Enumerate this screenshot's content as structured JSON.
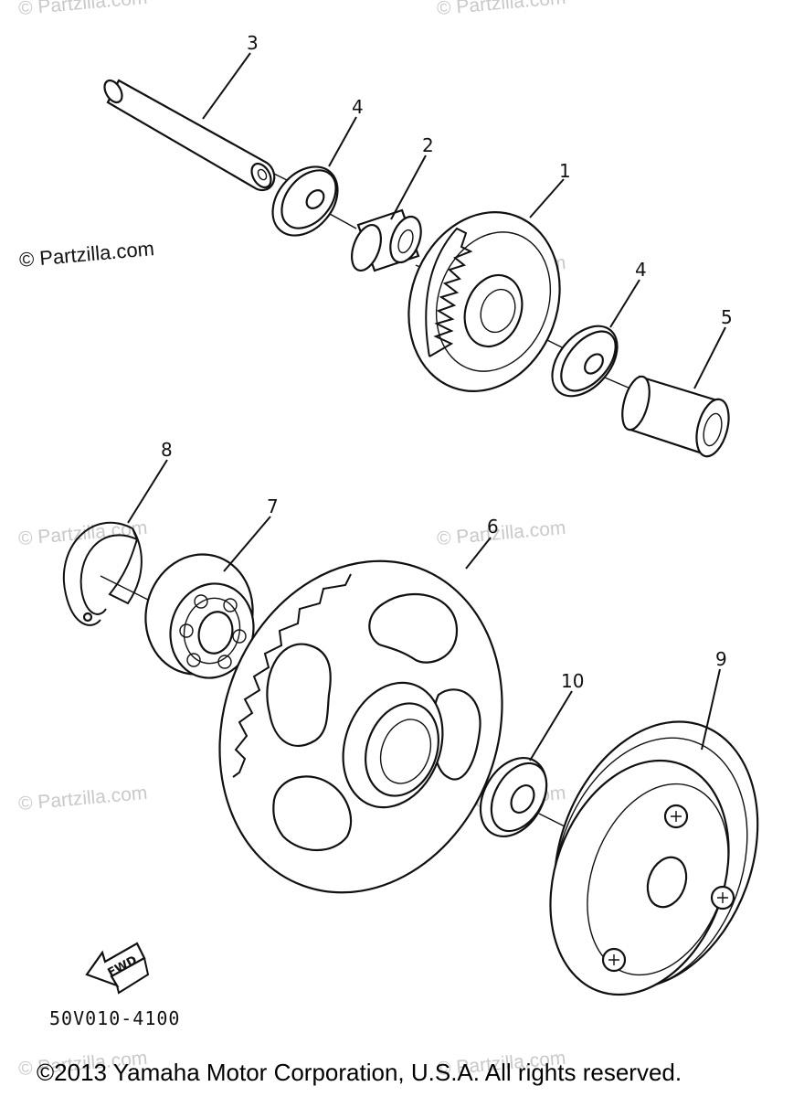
{
  "watermark": "© Partzilla.com",
  "corner_watermark": "© Partzilla.com",
  "diagram_code": "50V010-4100",
  "fwd_label": "FWD",
  "copyright": "©2013 Yamaha Motor Corporation, U.S.A. All rights reserved.",
  "callouts": {
    "c1": "1",
    "c2": "2",
    "c3": "3",
    "c4a": "4",
    "c4b": "4",
    "c5": "5",
    "c6": "6",
    "c7": "7",
    "c8": "8",
    "c9": "9",
    "c10": "10"
  }
}
